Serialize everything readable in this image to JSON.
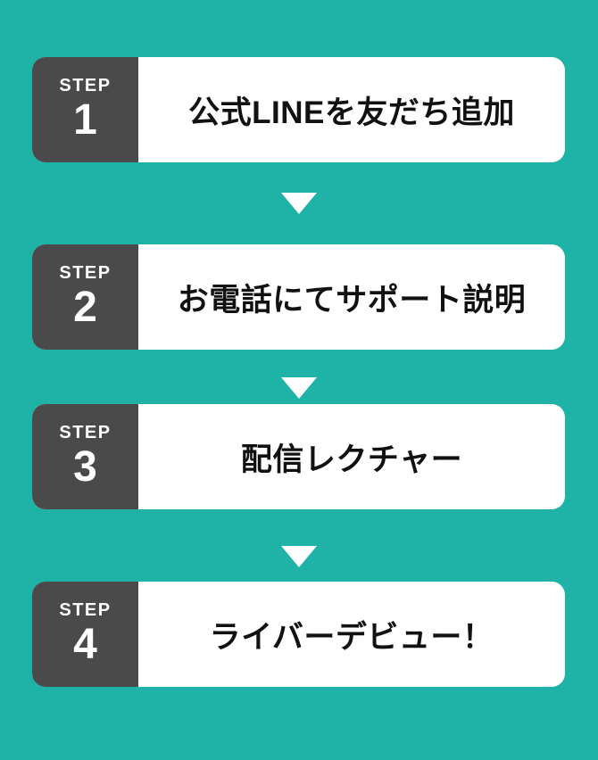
{
  "colors": {
    "background": "#1fb2a7",
    "card_bg": "#ffffff",
    "label_bg": "#4a4a4a",
    "label_text": "#ffffff",
    "text_color": "#111111",
    "arrow_color": "#ffffff"
  },
  "steps": [
    {
      "label": "STEP",
      "number": "1",
      "text": "公式LINEを友だち追加"
    },
    {
      "label": "STEP",
      "number": "2",
      "text": "お電話にてサポート説明"
    },
    {
      "label": "STEP",
      "number": "3",
      "text": "配信レクチャー"
    },
    {
      "label": "STEP",
      "number": "4",
      "text": "ライバーデビュー！"
    }
  ]
}
